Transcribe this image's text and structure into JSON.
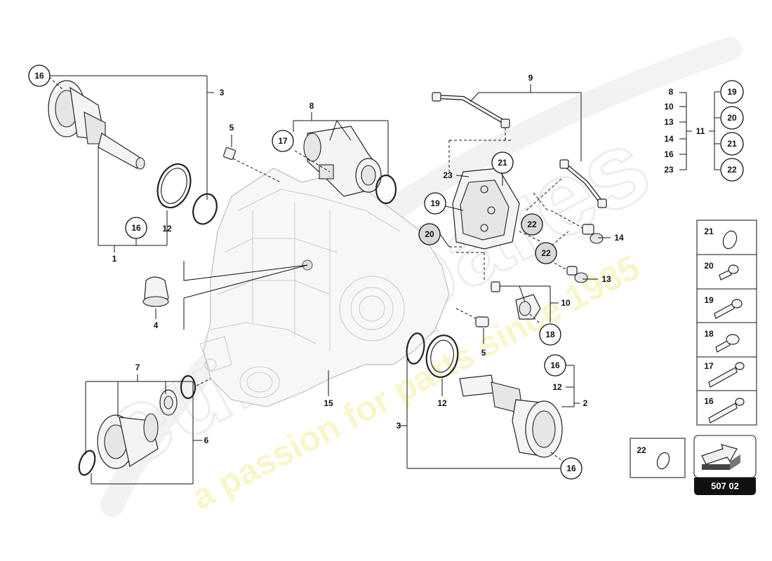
{
  "diagram": {
    "callouts": [
      {
        "id": "c16a",
        "label": "16"
      },
      {
        "id": "c16b",
        "label": "16"
      },
      {
        "id": "c17",
        "label": "17"
      },
      {
        "id": "c21",
        "label": "21"
      },
      {
        "id": "c19",
        "label": "19"
      },
      {
        "id": "c20",
        "label": "20"
      },
      {
        "id": "c22a",
        "label": "22"
      },
      {
        "id": "c22b",
        "label": "22"
      },
      {
        "id": "c18",
        "label": "18"
      },
      {
        "id": "c16c",
        "label": "16"
      },
      {
        "id": "c16d",
        "label": "16"
      },
      {
        "id": "g19",
        "label": "19"
      },
      {
        "id": "g20",
        "label": "20"
      },
      {
        "id": "g21",
        "label": "21"
      },
      {
        "id": "g22",
        "label": "22"
      }
    ],
    "labels": [
      {
        "id": "l3a",
        "label": "3"
      },
      {
        "id": "l12a",
        "label": "12"
      },
      {
        "id": "l1",
        "label": "1"
      },
      {
        "id": "l4",
        "label": "4"
      },
      {
        "id": "l5a",
        "label": "5"
      },
      {
        "id": "l8",
        "label": "8"
      },
      {
        "id": "l9",
        "label": "9"
      },
      {
        "id": "l23",
        "label": "23"
      },
      {
        "id": "l14",
        "label": "14"
      },
      {
        "id": "l13",
        "label": "13"
      },
      {
        "id": "l10",
        "label": "10"
      },
      {
        "id": "l5b",
        "label": "5"
      },
      {
        "id": "l7",
        "label": "7"
      },
      {
        "id": "l6",
        "label": "6"
      },
      {
        "id": "l15",
        "label": "15"
      },
      {
        "id": "l12b",
        "label": "12"
      },
      {
        "id": "l3b",
        "label": "3"
      },
      {
        "id": "l12c",
        "label": "12"
      },
      {
        "id": "l2",
        "label": "2"
      },
      {
        "id": "l11",
        "label": "11"
      }
    ],
    "group_list": [
      "8",
      "10",
      "13",
      "14",
      "16",
      "23"
    ]
  },
  "legend": {
    "items": [
      {
        "label": "21",
        "icon": "o-ring-icon"
      },
      {
        "label": "20",
        "icon": "short-bolt-icon"
      },
      {
        "label": "19",
        "icon": "medium-bolt-icon"
      },
      {
        "label": "18",
        "icon": "flange-bolt-icon"
      },
      {
        "label": "17",
        "icon": "long-bolt-icon"
      },
      {
        "label": "16",
        "icon": "long-bolt-icon"
      }
    ],
    "extra": {
      "label": "22",
      "icon": "o-ring-icon"
    },
    "diagram_code": "507 02"
  },
  "watermark": {
    "brand": "euro spares",
    "tagline": "a passion for parts since 1985"
  }
}
